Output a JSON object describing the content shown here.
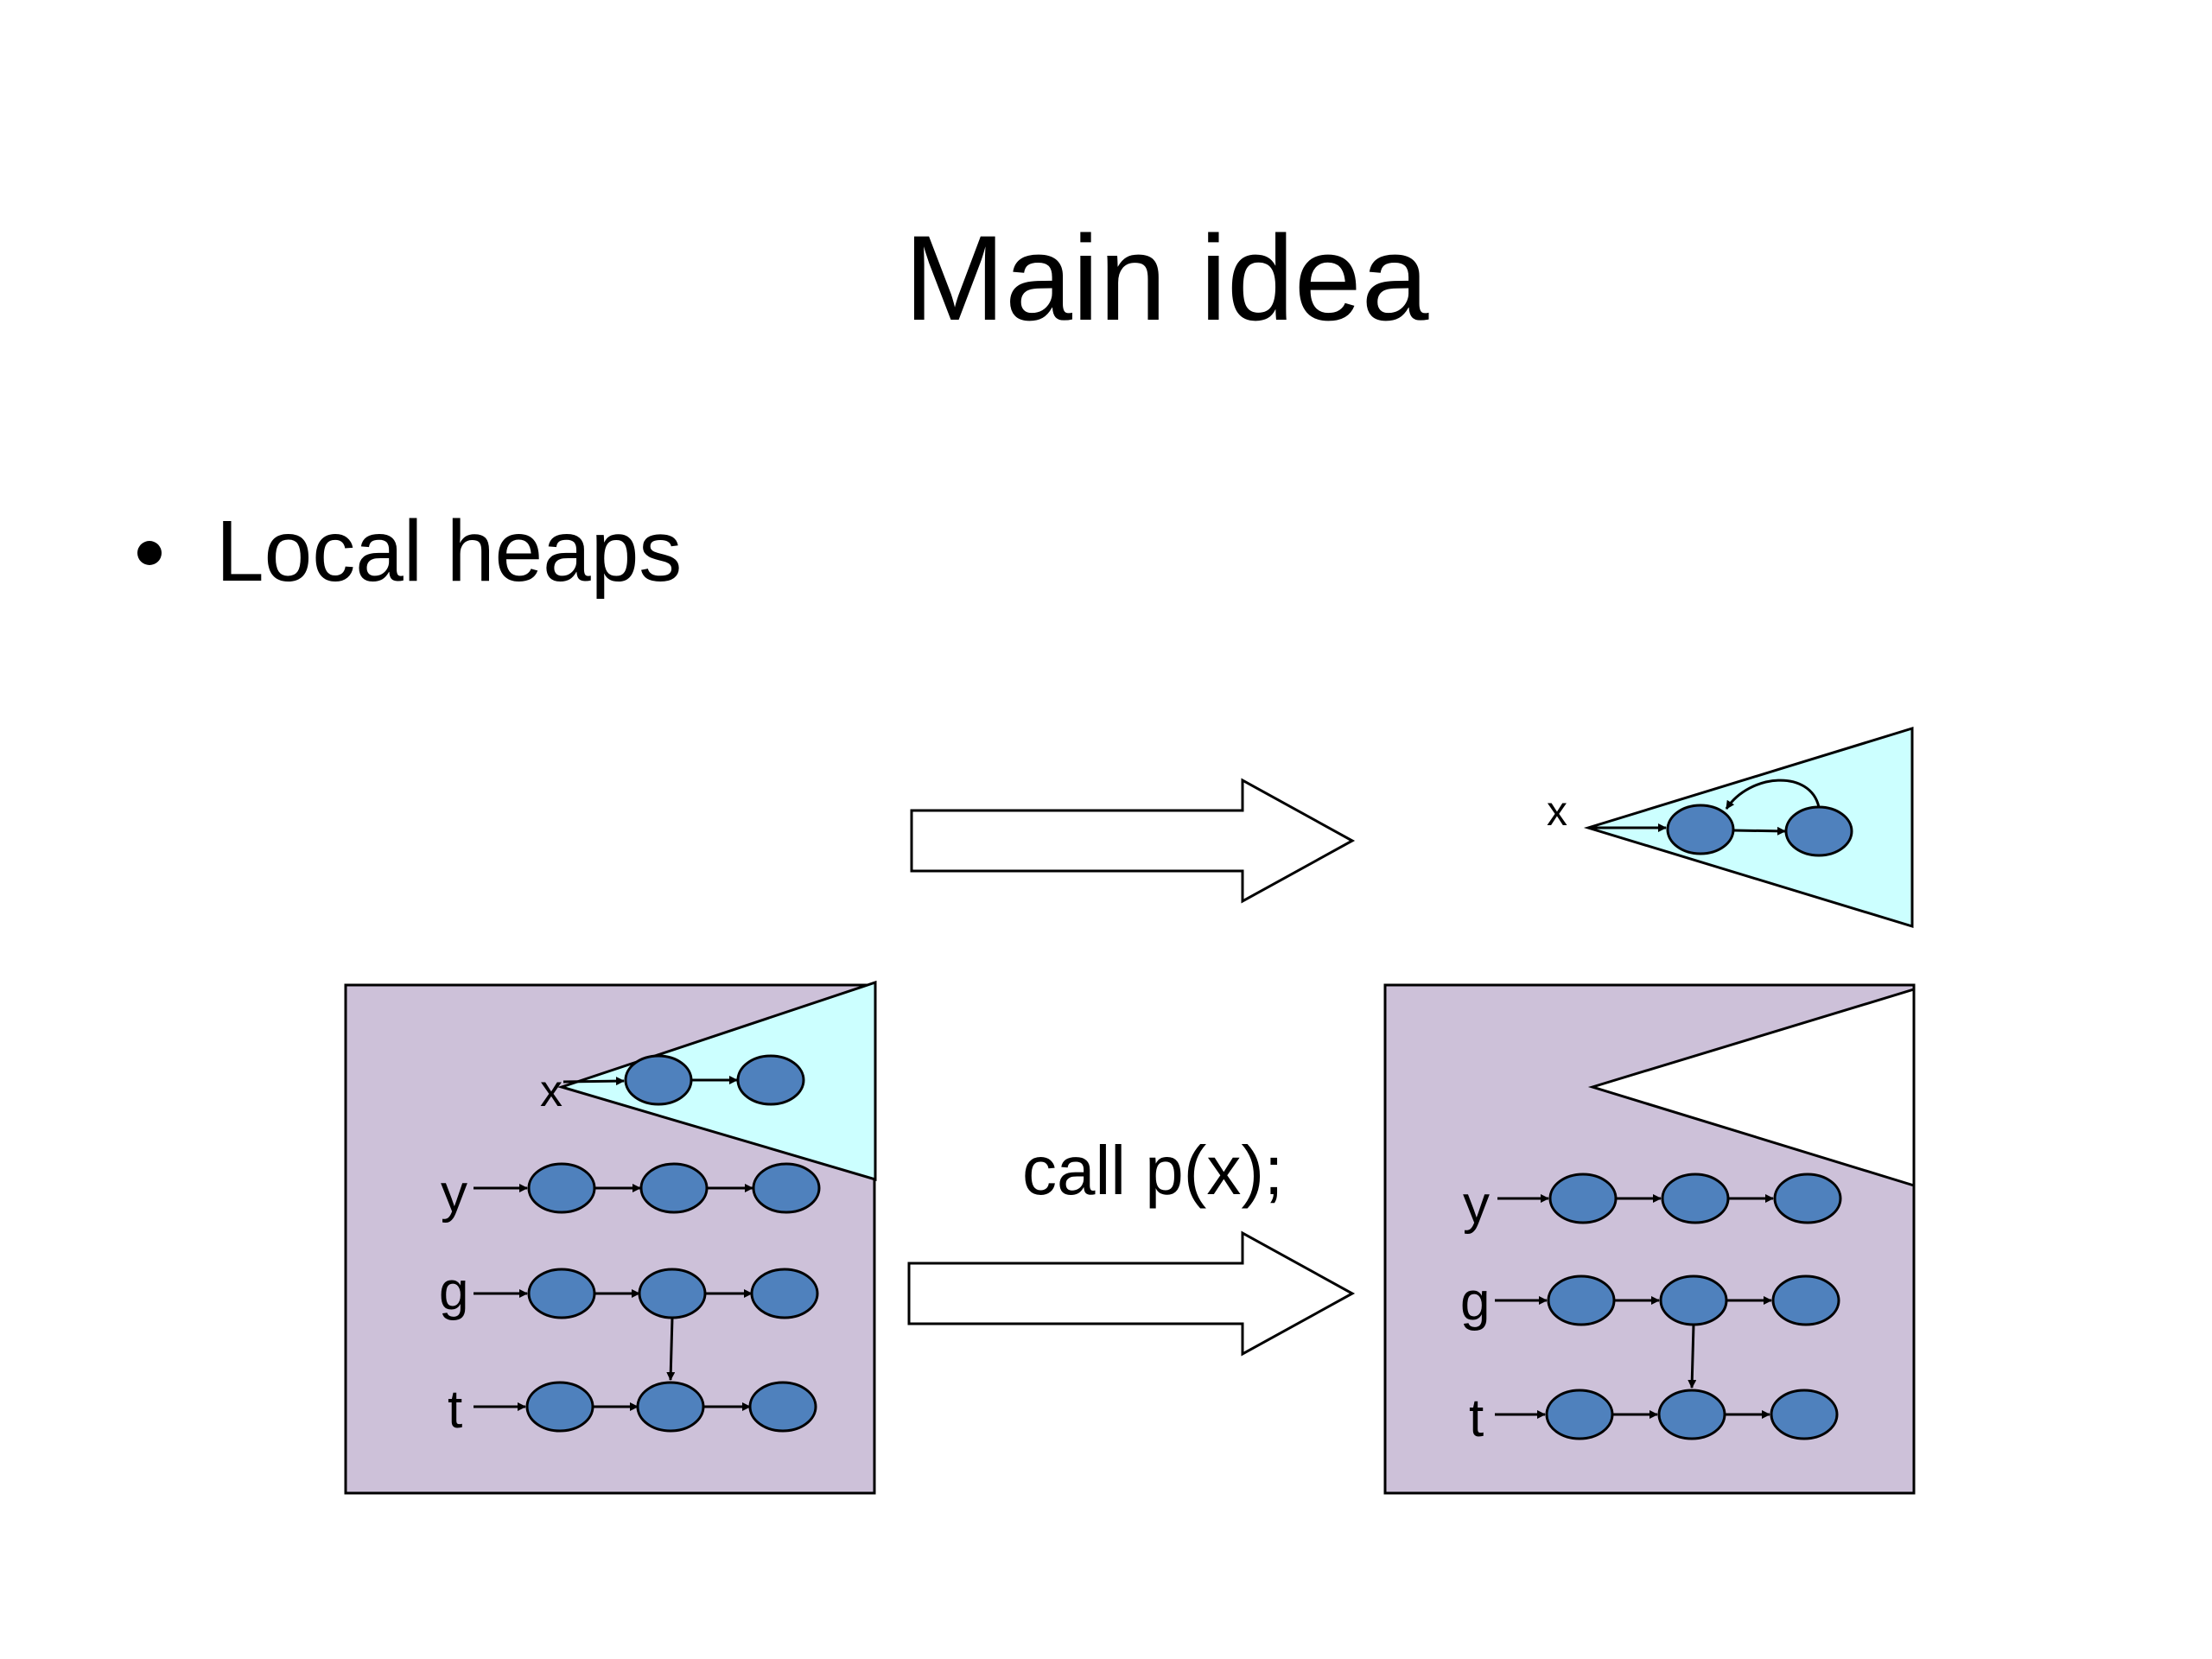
{
  "slide": {
    "title": "Main idea",
    "bullets": [
      "Local heaps"
    ]
  },
  "diagram": {
    "colors": {
      "heap_bg": "#cdc1d9",
      "local_heap": "#ccffff",
      "node_fill": "#4f81bd",
      "stroke": "#000000",
      "arrow_fill": "#ffffff"
    },
    "call_label": "call p(x);",
    "top_local_heap_var": "x",
    "before": {
      "local_var": "x",
      "rows": [
        {
          "var": "y",
          "nodes": 3
        },
        {
          "var": "g",
          "nodes": 3
        },
        {
          "var": "t",
          "nodes": 3
        }
      ]
    },
    "after": {
      "rows": [
        {
          "var": "y",
          "nodes": 3
        },
        {
          "var": "g",
          "nodes": 3
        },
        {
          "var": "t",
          "nodes": 3
        }
      ]
    }
  }
}
